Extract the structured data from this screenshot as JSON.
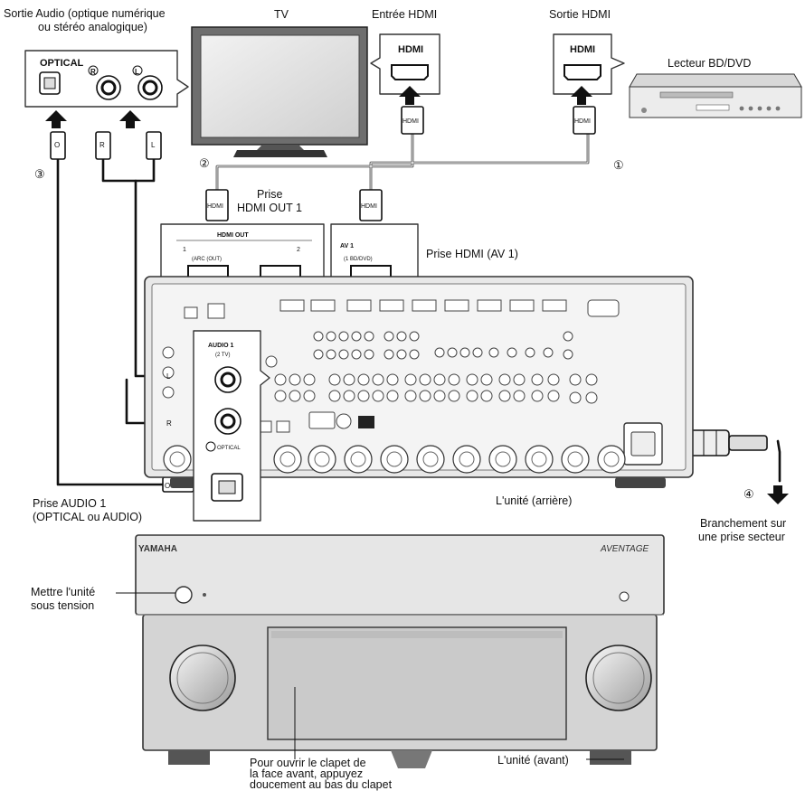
{
  "labels": {
    "audio_out": "Sortie Audio (optique numérique",
    "audio_out_2": "ou stéréo analogique)",
    "tv": "TV",
    "hdmi_in": "Entrée HDMI",
    "hdmi_out_player": "Sortie HDMI",
    "player": "Lecteur BD/DVD",
    "step1": "①",
    "step2": "②",
    "step3": "③",
    "step4": "④",
    "jack_hdmi_out1_a": "Prise",
    "jack_hdmi_out1_b": "HDMI OUT 1",
    "jack_hdmi_av1": "Prise HDMI (AV 1)",
    "jack_audio1_a": "Prise AUDIO 1",
    "jack_audio1_b": "(OPTICAL ou AUDIO)",
    "unit_rear": "L'unité (arrière)",
    "power_a": "Branchement sur",
    "power_b": "une prise secteur",
    "power_on_a": "Mettre l'unité",
    "power_on_b": "sous tension",
    "unit_front": "L'unité (avant)",
    "flap_a": "Pour ouvrir le clapet de",
    "flap_b": "la face avant, appuyez",
    "flap_c": "doucement au bas du clapet"
  },
  "callouts": {
    "optical": "OPTICAL",
    "r": "R",
    "l": "L",
    "o": "O",
    "hdmi": "HDMI",
    "hdmi_out_title": "HDMI OUT",
    "out1": "1",
    "out2": "2",
    "arc": "(ARC (OUT)",
    "av1": "AV 1",
    "bd_dvd": "(1 BD/DVD)",
    "audio1": "AUDIO 1",
    "tv_sub": "(2 TV)",
    "optical_small": "OPTICAL"
  },
  "brand": {
    "yamaha": "YAMAHA",
    "aventage": "AVENTAGE"
  }
}
